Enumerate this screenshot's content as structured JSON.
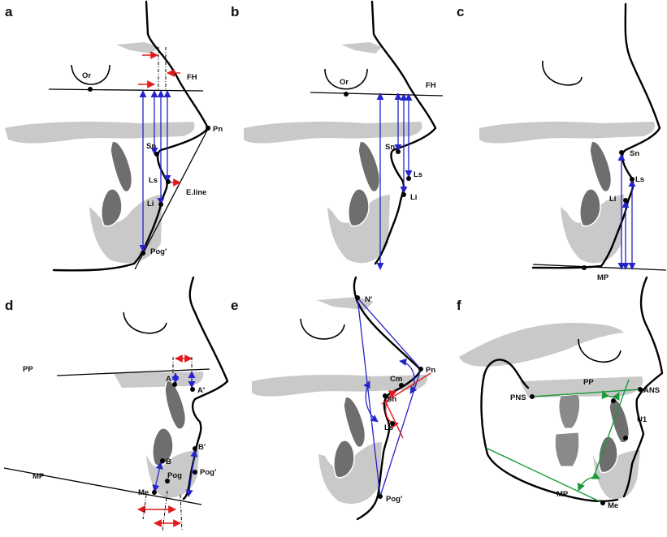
{
  "panels": [
    {
      "letter": "a",
      "labels": {
        "or": "Or",
        "fh": "FH",
        "pn": "Pn",
        "sn": "Sn",
        "ls": "Ls",
        "li": "Li",
        "eline": "E.line",
        "pog": "Pog′"
      }
    },
    {
      "letter": "b",
      "labels": {
        "or": "Or",
        "fh": "FH",
        "sn": "Sn",
        "ls": "Ls",
        "li": "Li"
      }
    },
    {
      "letter": "c",
      "labels": {
        "sn": "Sn",
        "ls": "Ls",
        "li": "Li",
        "mp": "MP"
      }
    },
    {
      "letter": "d",
      "labels": {
        "pp": "PP",
        "mp": "MP",
        "a": "A",
        "a2": "A′",
        "b": "B",
        "b2": "B′",
        "pog": "Pog",
        "pog2": "Pog′",
        "me": "Me"
      }
    },
    {
      "letter": "e",
      "labels": {
        "n": "N′",
        "pn": "Pn",
        "cm": "Cm",
        "sn": "Sn",
        "ls": "Ls",
        "pog": "Pog′"
      }
    },
    {
      "letter": "f",
      "labels": {
        "pp": "PP",
        "pns": "PNS",
        "ans": "ANS",
        "u1": "U1",
        "mp": "MP",
        "me": "Me"
      }
    }
  ],
  "colors": {
    "measurement": "#2424c8",
    "horizontal": "#e01b1b",
    "angular": "#1b9a3a",
    "soft_tissue": "#c9c9c9",
    "bone": "#6e6e6e"
  }
}
